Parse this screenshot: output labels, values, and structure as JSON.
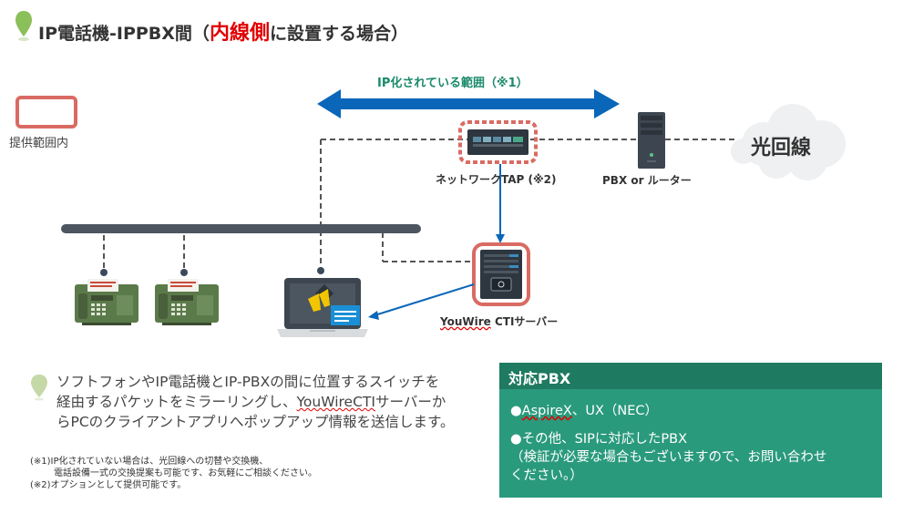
{
  "title": {
    "prefix": "IP電話機-IPPBX間（",
    "highlight": "内線側",
    "suffix": "に設置する場合）"
  },
  "legend": {
    "label": "提供範囲内"
  },
  "range": {
    "label": "IP化されている範囲（※1）"
  },
  "nodes": {
    "cloud": "光回線",
    "tap": "ネットワークTAP (※2)",
    "pbx": "PBX or ルーター",
    "cti": {
      "prefix": "YouWire",
      "suffix": " CTIサーバー"
    }
  },
  "description": {
    "line1": "ソフトフォンやIP電話機とIP-PBXの間に位置するスイッチを",
    "line2a": "経由するパケットをミラーリングし、",
    "line2b": "YouWireCTI",
    "line2c": "サーバーか",
    "line3": "らPCのクライアントアプリへポップアップ情報を送信します。"
  },
  "notes": {
    "n1a": "(※1)IP化されていない場合は、光回線への切替や交換機、",
    "n1b": "電話設備一式の交換提案も可能です、お気軽にご相談ください。",
    "n2": "(※2)オプションとして提供可能です。"
  },
  "panel": {
    "title": "対応PBX",
    "item1_bullet": "●",
    "item1_name": "AspireX",
    "item1_rest": "、UX（NEC）",
    "item2": "●その他、SIPに対応したPBX",
    "item2_note1": "（検証が必要な場合もございますので、お問い合わせ",
    "item2_note2": "ください。）"
  },
  "colors": {
    "accent_blue": "#0a66b8",
    "highlight_red": "#e00000",
    "legend_border": "#d96b63",
    "panel_bg": "#2a9a7c",
    "panel_head": "#1e7a60",
    "range_text": "#1a8a6a"
  }
}
